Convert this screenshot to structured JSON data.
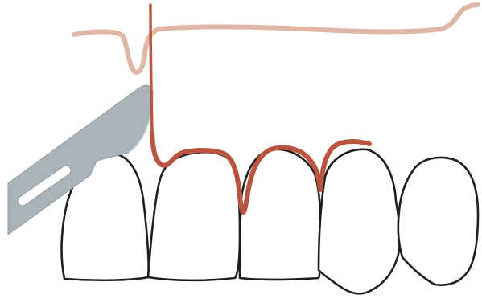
{
  "figure": {
    "caption": "",
    "elements": [
      "scalpel-blade",
      "gingival-margin-line",
      "sulcular-incision-line",
      "tooth-1",
      "tooth-2",
      "tooth-3",
      "tooth-4",
      "tooth-5"
    ],
    "colors": {
      "background": "#ffffff",
      "tooth_outline": "#1e1e1e",
      "gingival_margin": "#e0b7a7",
      "incision": "#b9553e",
      "blade": "#a9b3b8"
    },
    "tooth_count": 5
  }
}
